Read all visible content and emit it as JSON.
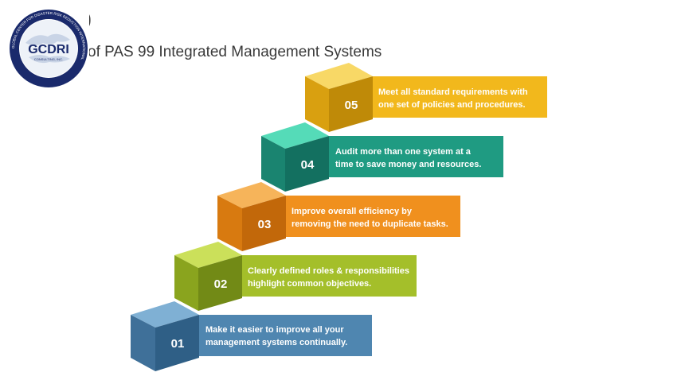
{
  "header": {
    "title_fragment": "9",
    "subtitle": "of PAS 99 Integrated Management Systems"
  },
  "logo": {
    "wordmark": "GCDRI",
    "ring_text": "GLOBAL CENTER FOR DISASTER RISK REDUCTION INTERNATIONAL"
  },
  "colors": {
    "step1": "#4f86b0",
    "step2": "#a4bf2a",
    "step3": "#f0901e",
    "step4": "#1f9b82",
    "step5": "#f2b81c",
    "logo_navy": "#1a2a6c"
  },
  "steps": [
    {
      "number": "01",
      "line1": "Make it easier to improve all your",
      "line2": "management systems continually."
    },
    {
      "number": "02",
      "line1": "Clearly defined roles & responsibilities",
      "line2": "highlight common objectives."
    },
    {
      "number": "03",
      "line1": "Improve overall efficiency by",
      "line2": "removing the need to duplicate tasks."
    },
    {
      "number": "04",
      "line1": "Audit more than one system at a",
      "line2": "time to save money and resources."
    },
    {
      "number": "05",
      "line1": "Meet all standard requirements with",
      "line2": "one set of policies and procedures."
    }
  ]
}
